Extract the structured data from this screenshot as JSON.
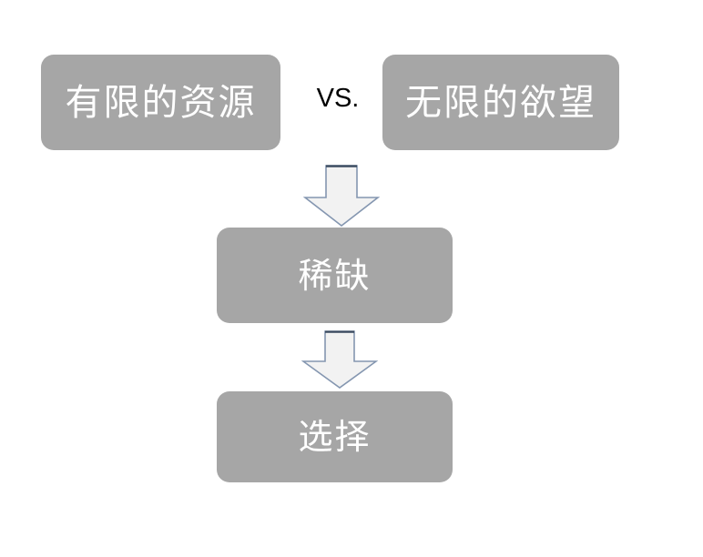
{
  "diagram": {
    "title": "",
    "background_color": "#ffffff",
    "box_fill_color": "#a6a6a6",
    "box_text_color": "#ffffff",
    "arrow_fill_color": "#f2f2f2",
    "arrow_stroke_dark": "#44546a",
    "arrow_stroke_light": "#8496b0",
    "connector_text_color": "#000000",
    "nodes": [
      {
        "id": "limited-resources",
        "label": "有限的资源",
        "shape": "rounded-rectangle",
        "row": 1
      },
      {
        "id": "unlimited-desires",
        "label": "无限的欲望",
        "shape": "rounded-rectangle",
        "row": 1
      },
      {
        "id": "scarcity",
        "label": "稀缺",
        "shape": "rounded-rectangle",
        "row": 2
      },
      {
        "id": "choice",
        "label": "选择",
        "shape": "rounded-rectangle",
        "row": 3
      }
    ],
    "connectors": [
      {
        "id": "vs",
        "type": "text-label",
        "label": "VS.",
        "between": [
          "limited-resources",
          "unlimited-desires"
        ]
      },
      {
        "id": "arrow-1",
        "type": "down-block-arrow",
        "label": "",
        "from": "limited-resources",
        "to": "scarcity"
      },
      {
        "id": "arrow-2",
        "type": "down-block-arrow",
        "label": "",
        "from": "scarcity",
        "to": "choice"
      }
    ]
  }
}
